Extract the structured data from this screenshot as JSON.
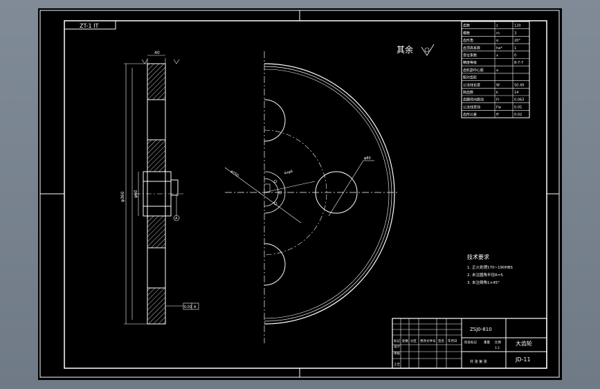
{
  "drawing": {
    "view_tag": "ZT-1 IT",
    "surface_note": "其余",
    "dim_width": "40",
    "dim_height": "φ360",
    "dim_bore": "φ60",
    "label_hole": "φ80",
    "label_tiny": "4xφ6",
    "pcd_label": "φ250",
    "datum_label": "A",
    "datum_box": [
      "0.02",
      "A"
    ],
    "hatch_color": "#ffffff"
  },
  "tech": {
    "title": "技术要求",
    "lines": [
      "1. 正火处理170~190HBS",
      "2. 未注圆角半径R=5",
      "3. 未注倒角1×45°"
    ]
  },
  "param_table": {
    "rows": [
      [
        "齿数",
        "z",
        "120"
      ],
      [
        "模数",
        "m",
        "3"
      ],
      [
        "齿形角",
        "α",
        "20°"
      ],
      [
        "齿顶高系数",
        "ha*",
        "1"
      ],
      [
        "变位系数",
        "x",
        "0"
      ],
      [
        "精度等级",
        "",
        "8-7-7"
      ],
      [
        "齿轮副中心距",
        "a",
        ""
      ],
      [
        "配对齿轮",
        "",
        ""
      ],
      [
        "公法线长度",
        "W",
        "50.49"
      ],
      [
        "跨齿数",
        "k",
        "14"
      ],
      [
        "齿圈径向跳动",
        "Fr",
        "0.063"
      ],
      [
        "公法线变动",
        "Fw",
        "0.05"
      ],
      [
        "齿形公差",
        "ff",
        "0.02"
      ]
    ]
  },
  "title_block": {
    "drawing_code": "ZSJ0-810",
    "part_name": "大齿轮",
    "drawing_no": "JD-11",
    "scale": "1:1",
    "header_labels": [
      "标记",
      "处数",
      "分区",
      "更改文件号",
      "签名",
      "年月日"
    ],
    "role_labels": [
      "设计",
      "审核",
      "工艺"
    ],
    "stage_labels": [
      "阶段标记",
      "重量",
      "比例"
    ],
    "sheet_text": "共 张 第 张"
  }
}
